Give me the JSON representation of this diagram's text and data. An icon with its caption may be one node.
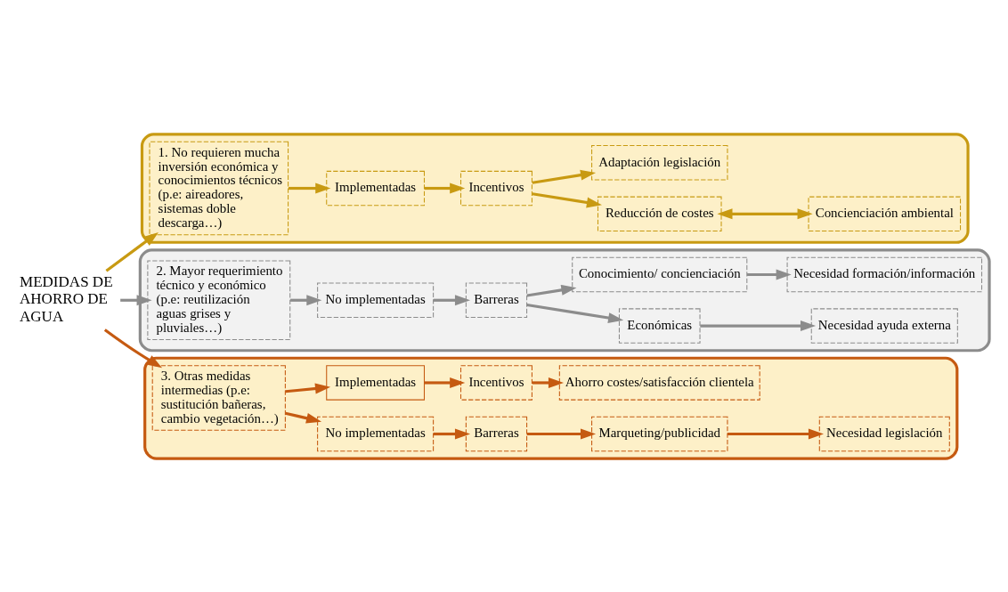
{
  "diagram": {
    "nodes": [
      {
        "text": [
          "MEDIDAS DE AHORRO DE AGUA"
        ]
      },
      {
        "text": [],
        "shape": "box"
      },
      {
        "text": [
          "1. No requieren mucha inversión económica y conocimientos técnicos (p.e: aireadores, sistemas doble descarga…)"
        ],
        "in": 1
      },
      {
        "text": [
          "Implementadas"
        ],
        "in": 1
      },
      {
        "text": [
          "Incentivos"
        ],
        "in": 1
      },
      {
        "text": [
          "Reducción de costes"
        ],
        "in": 1
      },
      {
        "text": [
          "Concienciación ambiental"
        ],
        "in": 1
      },
      {
        "text": [
          "Adaptación legislación"
        ],
        "in": 1
      },
      {
        "text": [],
        "shape": "box"
      },
      {
        "text": [
          "2. Mayor requerimiento técnico y económico (p.e: reutilización aguas grises y pluviales…)"
        ],
        "in": 8
      },
      {
        "text": [
          "No implementadas"
        ],
        "in": 8
      },
      {
        "text": [
          "Barreras"
        ],
        "in": 8
      },
      {
        "text": [
          "Económicas"
        ],
        "in": 8
      },
      {
        "text": [
          "Necesidad ayuda externa"
        ],
        "in": 8
      },
      {
        "text": [
          "Conocimiento/ concienciación"
        ],
        "in": 8
      },
      {
        "text": [
          "Necesidad formación/información"
        ],
        "in": 8
      },
      {
        "text": [],
        "shape": "box"
      },
      {
        "text": [
          "3. Otras medidas intermedias (p.e: sustitución bañeras, cambio vegetación…)"
        ],
        "in": 16
      },
      {
        "text": [
          "No implementadas"
        ],
        "in": 16
      },
      {
        "text": [
          "Implementadas"
        ],
        "in": 16
      },
      {
        "text": [
          "Incentivos"
        ],
        "in": 16
      },
      {
        "text": [
          "Ahorro costes/satisfacción clientela"
        ],
        "in": 16
      },
      {
        "text": [
          "Barreras"
        ],
        "in": 16
      },
      {
        "text": [
          "Marqueting/publicidad"
        ],
        "in": 16
      },
      {
        "text": [
          "Necesidad legislación"
        ],
        "in": 16
      }
    ],
    "edges": [
      {
        "from": 0,
        "to": 2,
        "arrow": "to",
        "color": "#c89a12"
      },
      {
        "from": 0,
        "to": 9,
        "arrow": "to",
        "color": "#8c8c8c"
      },
      {
        "from": 0,
        "to": 17,
        "arrow": "to",
        "color": "#c55a11"
      },
      {
        "from": 2,
        "to": 3,
        "arrow": "to",
        "color": "#c89a12"
      },
      {
        "from": 3,
        "to": 4,
        "arrow": "to",
        "color": "#c89a12"
      },
      {
        "from": 4,
        "to": 5,
        "arrow": "to",
        "color": "#c89a12"
      },
      {
        "from": 4,
        "to": 7,
        "arrow": "to",
        "color": "#c89a12"
      },
      {
        "from": 5,
        "to": 6,
        "arrow": "both",
        "color": "#c89a12"
      },
      {
        "from": 9,
        "to": 10,
        "arrow": "to",
        "color": "#8c8c8c"
      },
      {
        "from": 10,
        "to": 11,
        "arrow": "to",
        "color": "#8c8c8c"
      },
      {
        "from": 11,
        "to": 12,
        "arrow": "to",
        "color": "#8c8c8c"
      },
      {
        "from": 11,
        "to": 14,
        "arrow": "to",
        "color": "#8c8c8c"
      },
      {
        "from": 12,
        "to": 13,
        "arrow": "to",
        "color": "#8c8c8c"
      },
      {
        "from": 14,
        "to": 15,
        "arrow": "to",
        "color": "#8c8c8c"
      },
      {
        "from": 17,
        "to": 18,
        "arrow": "to",
        "color": "#c55a11"
      },
      {
        "from": 17,
        "to": 19,
        "arrow": "to",
        "color": "#c55a11"
      },
      {
        "from": 18,
        "to": 22,
        "arrow": "to",
        "color": "#c55a11"
      },
      {
        "from": 22,
        "to": 23,
        "arrow": "to",
        "color": "#c55a11"
      },
      {
        "from": 23,
        "to": 24,
        "arrow": "to",
        "color": "#c55a11"
      },
      {
        "from": 19,
        "to": 20,
        "arrow": "to",
        "color": "#c55a11"
      },
      {
        "from": 20,
        "to": 21,
        "arrow": "to",
        "color": "#c55a11"
      }
    ]
  }
}
